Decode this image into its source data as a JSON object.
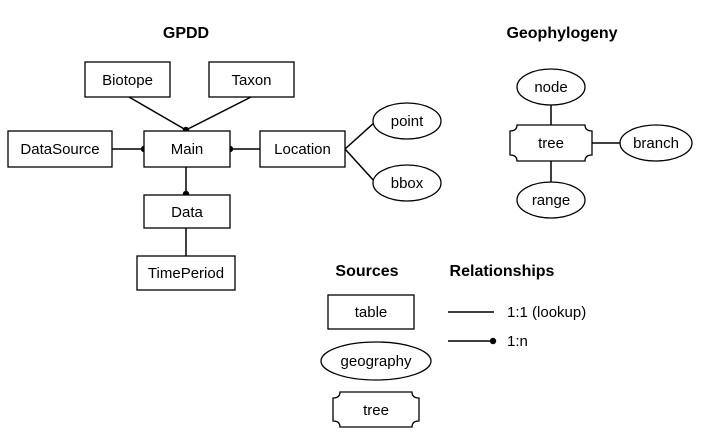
{
  "headings": {
    "gpdd": "GPDD",
    "geophylogeny": "Geophylogeny",
    "sources": "Sources",
    "relationships": "Relationships"
  },
  "gpdd": {
    "biotope": "Biotope",
    "taxon": "Taxon",
    "datasource": "DataSource",
    "main": "Main",
    "location": "Location",
    "point": "point",
    "bbox": "bbox",
    "data": "Data",
    "timeperiod": "TimePeriod"
  },
  "geophylogeny": {
    "node": "node",
    "tree": "tree",
    "branch": "branch",
    "range": "range"
  },
  "legend": {
    "sources": {
      "table": "table",
      "geography": "geography",
      "tree": "tree"
    },
    "relationships": {
      "one_to_one": "1:1 (lookup)",
      "one_to_many": "1:n"
    }
  }
}
